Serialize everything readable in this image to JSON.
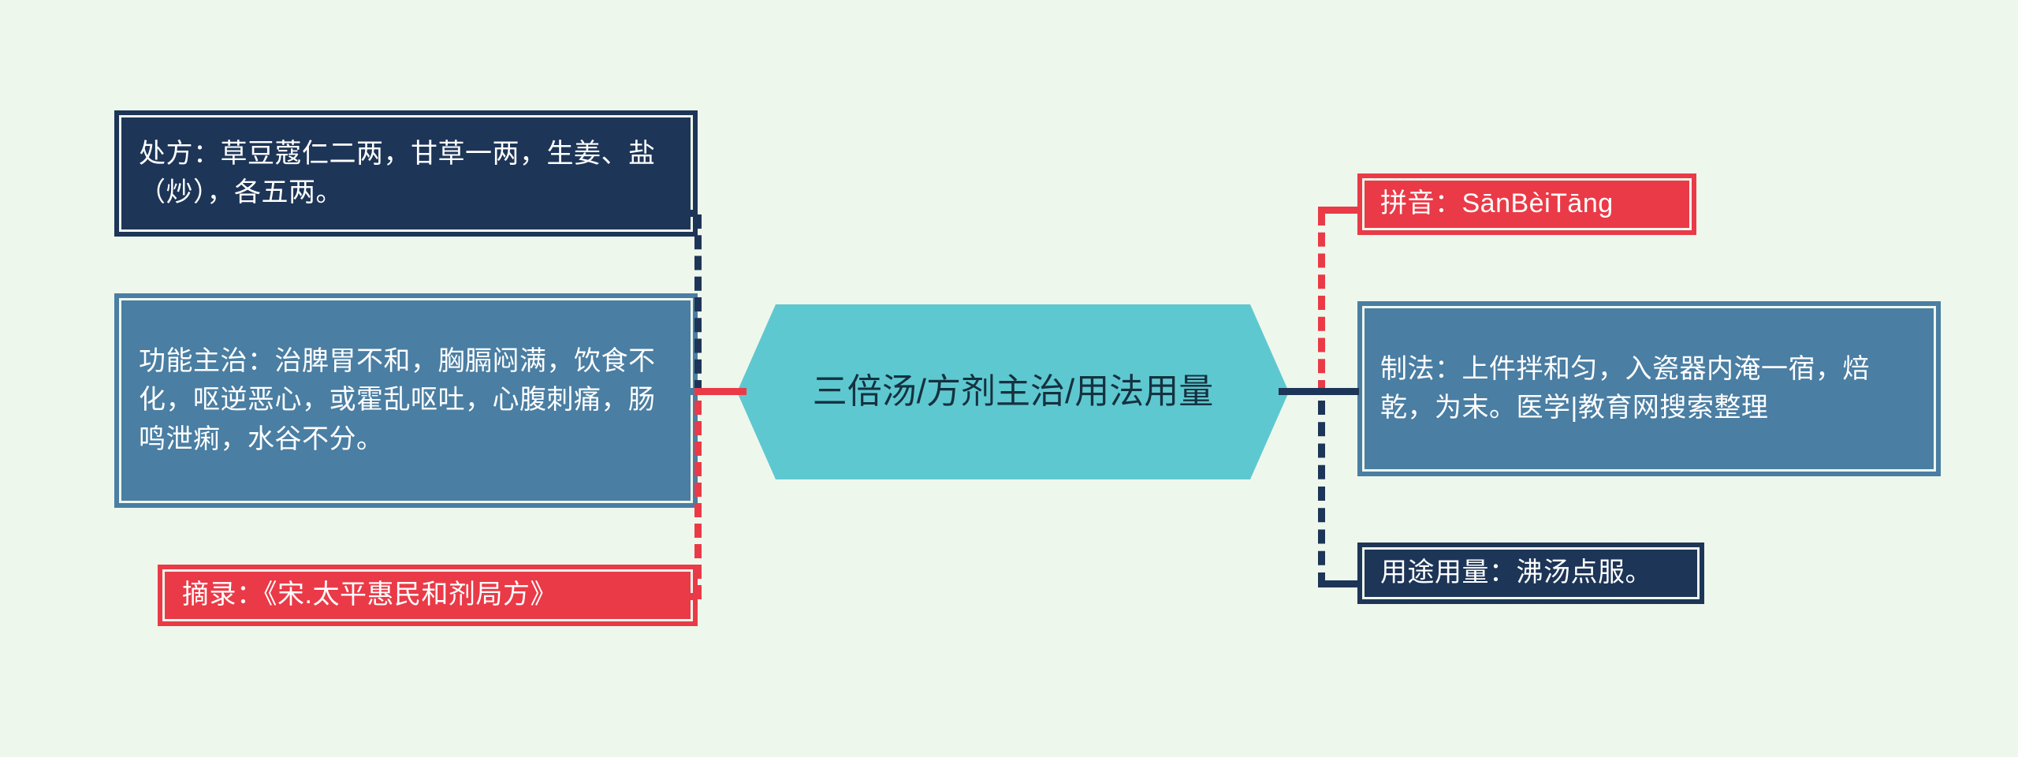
{
  "diagram": {
    "background_color": "#eef7ec",
    "center": {
      "label": "三倍汤/方剂主治/用法用量",
      "shape": "hexagon",
      "fill": "#5ec8d0",
      "text_color": "#15313f"
    },
    "branches": [
      {
        "id": "prescription",
        "label": "处方：草豆蔻仁二两，甘草一两，生姜、盐（炒），各五两。",
        "side": "left",
        "fill": "#1d3557",
        "text_color": "#ffffff"
      },
      {
        "id": "indications",
        "label": "功能主治：治脾胃不和，胸膈闷满，饮食不化，呕逆恶心，或霍乱呕吐，心腹刺痛，肠鸣泄痢，水谷不分。",
        "side": "left",
        "fill": "#4a7ea3",
        "text_color": "#ffffff"
      },
      {
        "id": "source",
        "label": "摘录：《宋.太平惠民和剂局方》",
        "side": "left",
        "fill": "#ea3a47",
        "text_color": "#ffffff"
      },
      {
        "id": "pinyin",
        "label": "拼音：SānBèiTāng",
        "side": "right",
        "fill": "#ea3a47",
        "text_color": "#ffffff"
      },
      {
        "id": "method",
        "label": "制法：上件拌和匀，入瓷器内淹一宿，焙乾，为末。医学|教育网搜索整理",
        "side": "right",
        "fill": "#4a7ea3",
        "text_color": "#ffffff"
      },
      {
        "id": "dosage",
        "label": "用途用量：沸汤点服。",
        "side": "right",
        "fill": "#1d3557",
        "text_color": "#ffffff"
      }
    ],
    "connectors": [
      {
        "id": "left-top",
        "style": "dashed",
        "color": "#1d3557"
      },
      {
        "id": "left-bottom",
        "style": "dashed",
        "color": "#ea3a47"
      },
      {
        "id": "right-top",
        "style": "dashed",
        "color": "#ea3a47"
      },
      {
        "id": "right-bottom",
        "style": "dashed",
        "color": "#1d3557"
      }
    ]
  }
}
